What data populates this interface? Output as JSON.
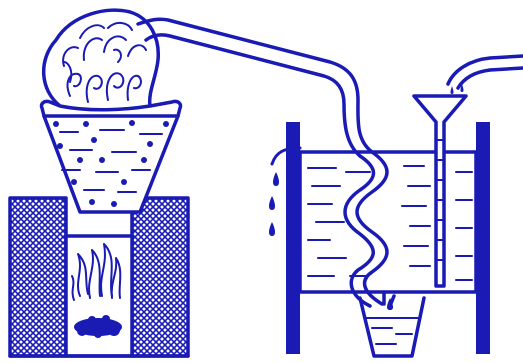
{
  "diagram": {
    "ink_color": "#1a1ab5",
    "paper_color": "#ffffff",
    "components": [
      "furnace-with-fire",
      "retort-still-with-vapour",
      "delivery-pipe",
      "water-bath-condenser",
      "coiled-worm-tube",
      "water-inlet-funnel",
      "overflow-spout-with-drips",
      "receiving-cup"
    ]
  }
}
